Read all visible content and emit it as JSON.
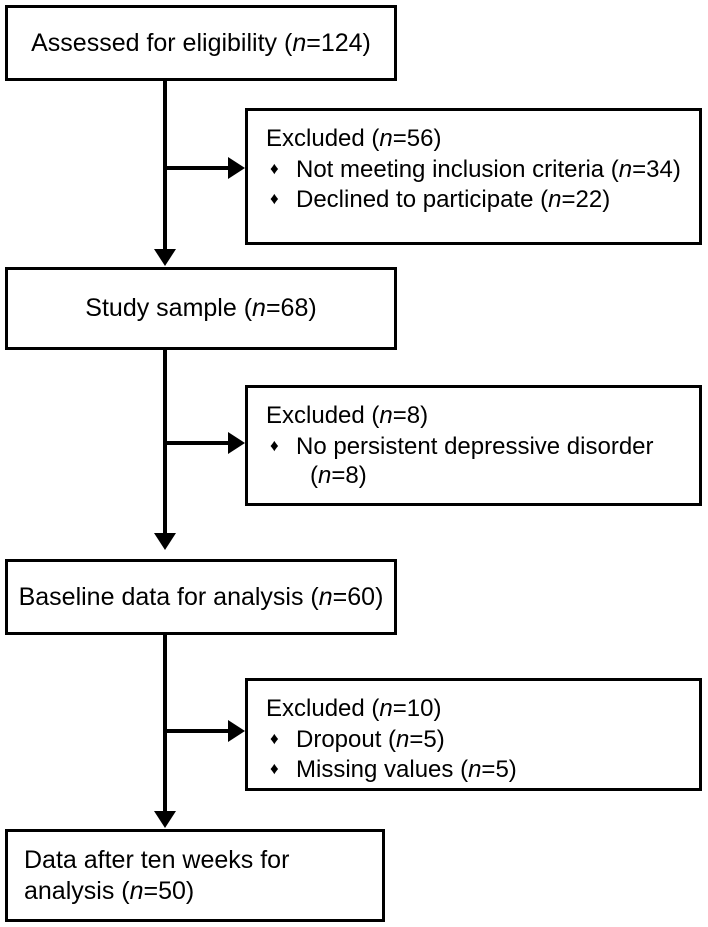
{
  "diagram": {
    "type": "participant-flow-diagram",
    "title": "",
    "bullet_glyph": "♦",
    "line_color": "#000000",
    "background_color": "#ffffff",
    "main_nodes": [
      {
        "id": "assessed",
        "label_prefix": "Assessed for eligibility (",
        "n_symbol": "n",
        "label_suffix": "=124)",
        "count": 124
      },
      {
        "id": "study-sample",
        "label_prefix": "Study sample (",
        "n_symbol": "n",
        "label_suffix": "=68)",
        "count": 68
      },
      {
        "id": "baseline-data",
        "label_prefix": "Baseline data for analysis (",
        "n_symbol": "n",
        "label_suffix": "=60)",
        "count": 60
      },
      {
        "id": "data-after-ten-weeks",
        "label_line1": "Data after ten weeks for",
        "label_prefix": "analysis (",
        "n_symbol": "n",
        "label_suffix": "=50)",
        "count": 50
      }
    ],
    "exclusion_nodes": [
      {
        "id": "excluded-1",
        "title_prefix": "Excluded (",
        "n_symbol": "n",
        "title_suffix": "=56)",
        "count": 56,
        "items": [
          {
            "text_prefix": "Not meeting inclusion criteria (",
            "n_symbol": "n",
            "text_suffix": "=34)",
            "count": 34
          },
          {
            "text_prefix": "Declined to participate (",
            "n_symbol": "n",
            "text_suffix": "=22)",
            "count": 22
          }
        ]
      },
      {
        "id": "excluded-2",
        "title_prefix": "Excluded (",
        "n_symbol": "n",
        "title_suffix": "=8)",
        "count": 8,
        "items": [
          {
            "text_prefix": "No persistent depressive disorder",
            "wrap_prefix": "(",
            "n_symbol": "n",
            "text_suffix": "=8)",
            "count": 8
          }
        ]
      },
      {
        "id": "excluded-3",
        "title_prefix": "Excluded (",
        "n_symbol": "n",
        "title_suffix": "=10)",
        "count": 10,
        "items": [
          {
            "text_prefix": "Dropout (",
            "n_symbol": "n",
            "text_suffix": "=5)",
            "count": 5
          },
          {
            "text_prefix": "Missing values (",
            "n_symbol": "n",
            "text_suffix": "=5)",
            "count": 5
          }
        ]
      }
    ]
  }
}
